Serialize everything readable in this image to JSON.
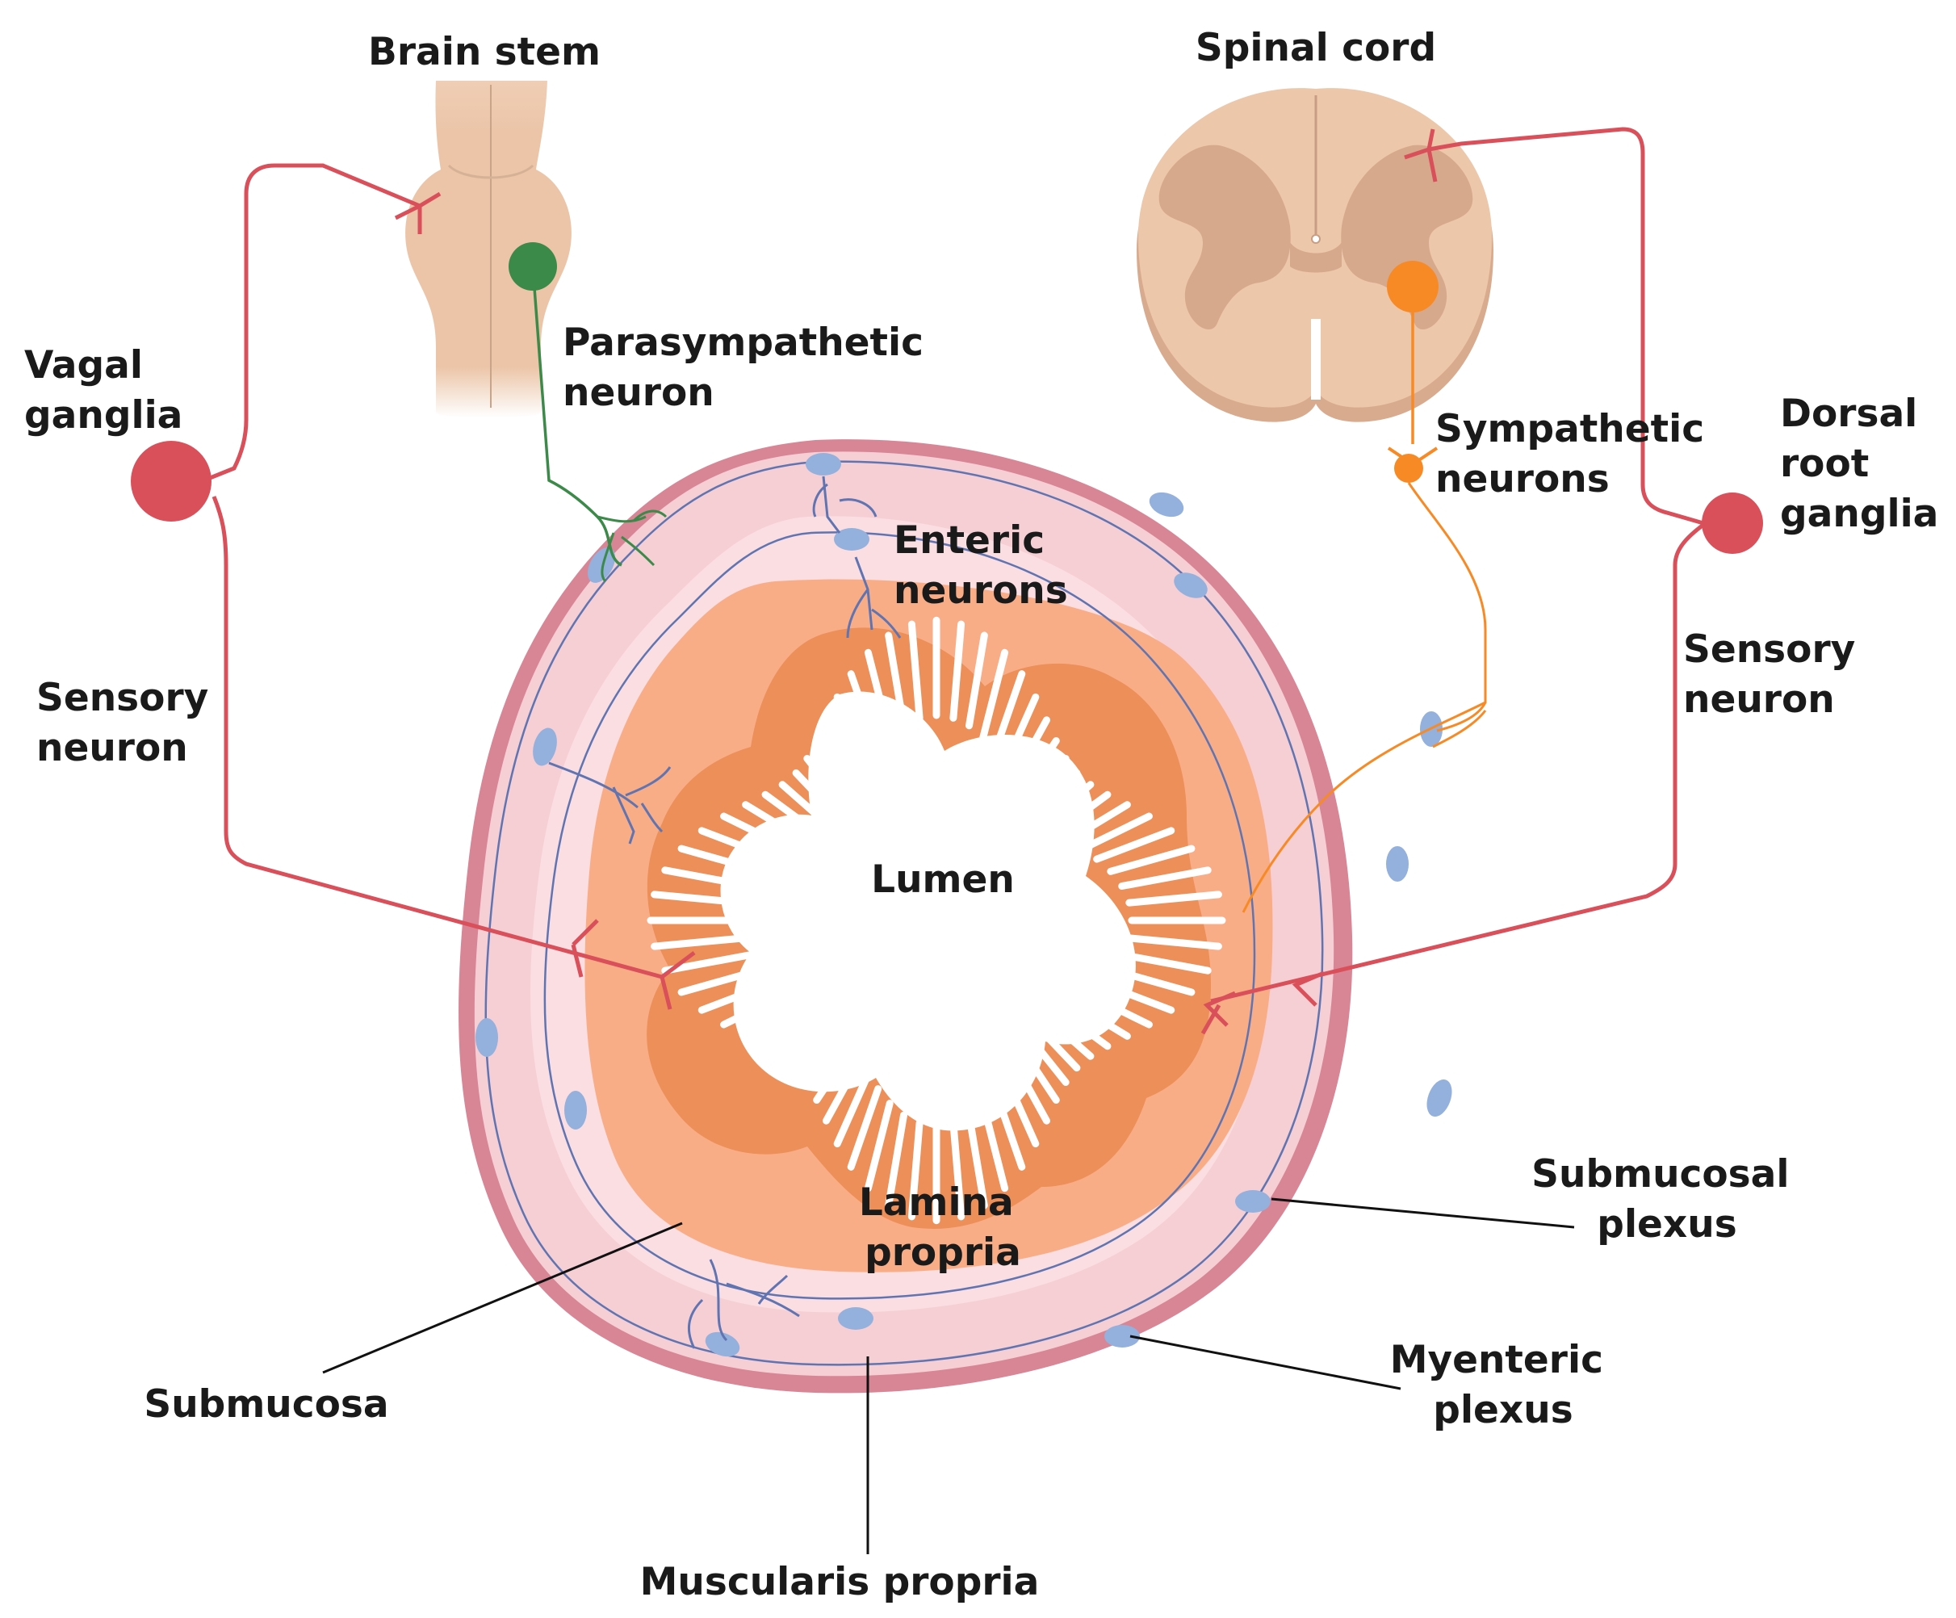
{
  "labels": {
    "brain_stem": "Brain stem",
    "spinal_cord": "Spinal cord",
    "vagal_ganglia": [
      "Vagal",
      "ganglia"
    ],
    "parasympathetic_neuron": [
      "Parasympathetic",
      "neuron"
    ],
    "sympathetic_neurons": [
      "Sympathetic",
      "neurons"
    ],
    "dorsal_root_ganglia": [
      "Dorsal",
      "root",
      "ganglia"
    ],
    "enteric_neurons": [
      "Enteric",
      "neurons"
    ],
    "sensory_neuron_left": [
      "Sensory",
      "neuron"
    ],
    "sensory_neuron_right": [
      "Sensory",
      "neuron"
    ],
    "lumen": "Lumen",
    "lamina_propria": [
      "Lamina",
      "propria"
    ],
    "submucosal_plexus": [
      "Submucosal",
      "plexus"
    ],
    "myenteric_plexus": [
      "Myenteric",
      "plexus"
    ],
    "submucosa": "Submucosa",
    "muscularis_propria": "Muscularis propria"
  },
  "colors": {
    "sensory": "#d9505a",
    "parasympathetic": "#3c8a4a",
    "sympathetic": "#f78a25",
    "enteric": "#5f74b0",
    "outer_wall": "#d88595",
    "wall_fill": "#f6cfd4",
    "submucosa_fill": "#fbdee2",
    "mucosa": "#f9ad86",
    "epithelium": "#ec8f58",
    "brain": "#ecc5a8",
    "spinal_outer": "#ecc7aa",
    "spinal_gray": "#d6a98c",
    "plexus_node": "#93b1dc"
  }
}
